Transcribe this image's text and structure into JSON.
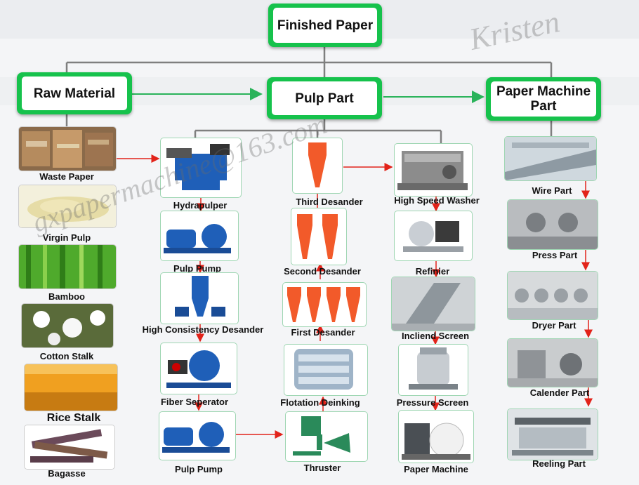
{
  "headers": {
    "finished_paper": "Finished Paper",
    "raw_material": "Raw Material",
    "pulp_part": "Pulp Part",
    "paper_machine_part": "Paper Machine Part"
  },
  "raw_material": {
    "waste_paper": "Waste Paper",
    "virgin_pulp": "Virgin Pulp",
    "bamboo": "Bamboo",
    "cotton_stalk": "Cotton Stalk",
    "rice_stalk": "Rice Stalk",
    "bagasse": "Bagasse"
  },
  "pulp_col1": {
    "hydrapulper": "Hydrapulper",
    "pulp_pump_1": "Pulp Pump",
    "hc_desander": "High Consistency Desander",
    "fiber_separator": "Fiber Seperator",
    "pulp_pump_2": "Pulp Pump"
  },
  "pulp_col2": {
    "third_desander": "Third Desander",
    "second_desander": "Second Desander",
    "first_desander": "First Desander",
    "flotation_deinking": "Flotation Deinking",
    "thruster": "Thruster"
  },
  "pulp_col3": {
    "hs_washer": "High Speed Washer",
    "refiner": "Refinier",
    "incline_screen": "Incliend Screen",
    "pressure_screen": "Pressure Screen",
    "paper_machine": "Paper Machine"
  },
  "machine_part": {
    "wire_part": "Wire Part",
    "press_part": "Press Part",
    "dryer_part": "Dryer Part",
    "calender_part": "Calender Part",
    "reeling_part": "Reeling Part"
  },
  "watermarks": {
    "name": "Kristen",
    "email": "gxpapermachine@163.com"
  },
  "colors": {
    "header_green": "#16c24c",
    "arrow_red": "#e2231a",
    "connector_gray": "#7f7f7f",
    "header_arrow_green": "#2ab35a"
  }
}
